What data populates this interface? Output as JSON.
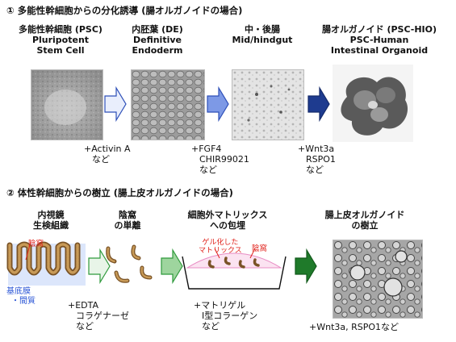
{
  "section1": {
    "title": "① 多能性幹細胞からの分化誘導 (腸オルガノイドの場合)",
    "stages": [
      {
        "jp": "多能性幹細胞 (PSC)",
        "en1": "Pluripotent",
        "en2": "Stem Cell"
      },
      {
        "jp": "内胚葉 (DE)",
        "en1": "Definitive",
        "en2": "Endoderm"
      },
      {
        "jp": "中・後腸",
        "en1": "Mid/hindgut",
        "en2": ""
      },
      {
        "jp": "腸オルガノイド (PSC-HIO)",
        "en1": "PSC-Human",
        "en2": "Intestinal Organoid"
      }
    ],
    "factors": [
      {
        "l1": "+Activin A",
        "l2": "など",
        "l3": ""
      },
      {
        "l1": "+FGF4",
        "l2": "CHIR99021",
        "l3": "など"
      },
      {
        "l1": "+Wnt3a",
        "l2": "RSPO1",
        "l3": "など"
      }
    ]
  },
  "section2": {
    "title": "② 体性幹細胞からの樹立 (腸上皮オルガノイドの場合)",
    "stages": [
      {
        "l1": "内視鏡",
        "l2": "生検組織"
      },
      {
        "l1": "陰窩",
        "l2": "の単離"
      },
      {
        "l1": "細胞外マトリックス",
        "l2": "への包埋"
      },
      {
        "l1": "腸上皮オルガノイド",
        "l2": "の樹立"
      }
    ],
    "diagram_labels": {
      "crypt": "陰窩",
      "basement_1": "基底膜",
      "basement_2": "・間質",
      "gel_1": "ゲル化した",
      "gel_2": "マトリックス",
      "crypt2": "陰窩"
    },
    "factors": [
      {
        "l1": "+EDTA",
        "l2": "コラゲナーゼ",
        "l3": "など"
      },
      {
        "l1": "+マトリゲル",
        "l2": "I型コラーゲン",
        "l3": "など"
      },
      {
        "l1": "+Wnt3a, RSPO1など",
        "l2": "",
        "l3": ""
      }
    ]
  },
  "colors": {
    "arrow_light": "#e8f5e8",
    "arrow_mid": "#9ed59e",
    "arrow_dark": "#1f7a2a",
    "blue_light": "#e9eefc",
    "blue_mid": "#7d99e6",
    "blue_dark": "#1e3b8f",
    "red_label": "#e0221b",
    "blue_label": "#2a55d6"
  }
}
